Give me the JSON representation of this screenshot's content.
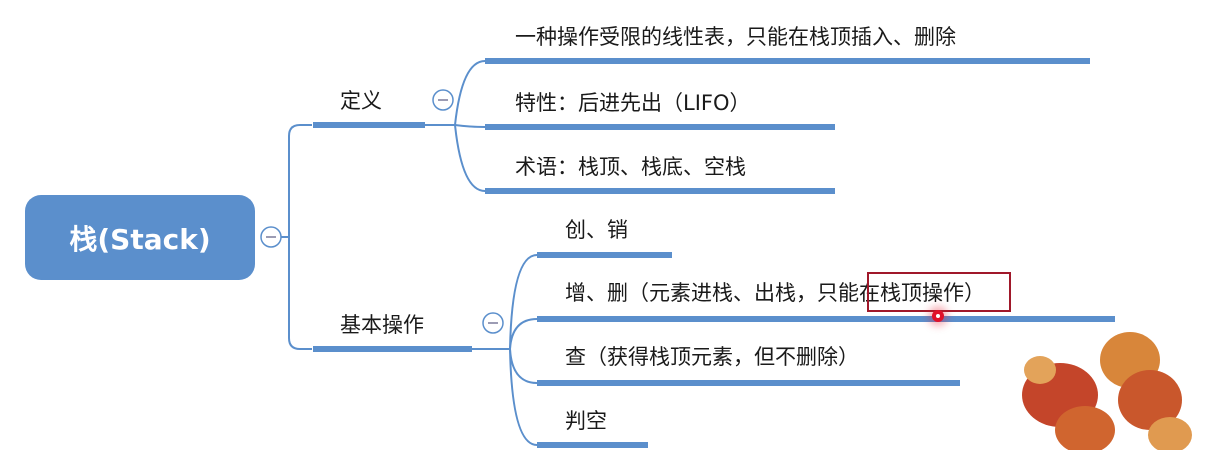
{
  "root": {
    "label": "栈(Stack)"
  },
  "branches": [
    {
      "label": "定义",
      "children": [
        "一种操作受限的线性表，只能在栈顶插入、删除",
        "特性：后进先出（LIFO）",
        "术语：栈顶、栈底、空栈"
      ]
    },
    {
      "label": "基本操作",
      "children": [
        "创、销",
        "增、删（元素进栈、出栈，只能在栈顶操作）",
        "查（获得栈顶元素，但不删除）",
        "判空"
      ]
    }
  ],
  "colors": {
    "branch": "#5b8fcc",
    "highlight": "#a0182a",
    "pointer": "#e0102a"
  }
}
